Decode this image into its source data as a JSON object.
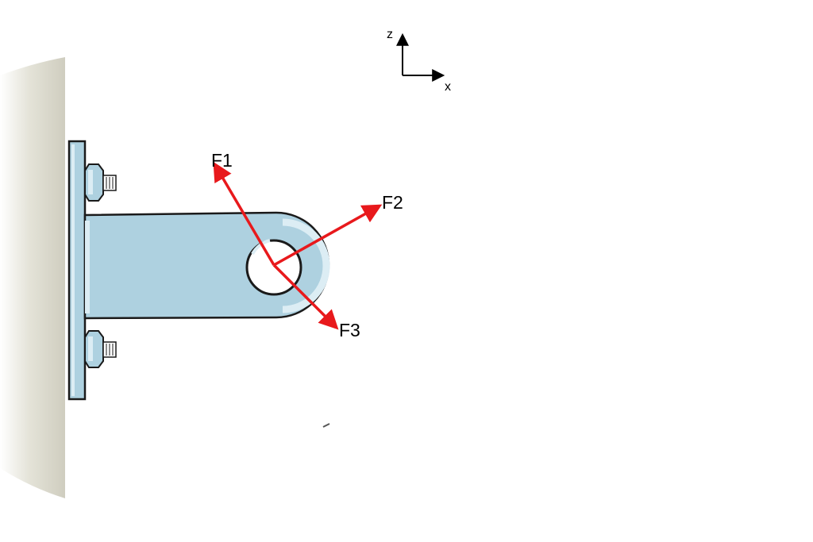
{
  "axes": {
    "z_label": "z",
    "x_label": "x"
  },
  "forces": [
    {
      "label": "F1"
    },
    {
      "label": "F2"
    },
    {
      "label": "F3"
    }
  ],
  "colors": {
    "force_arrow": "#e8191c",
    "bracket_fill": "#aed1e0",
    "bracket_highlight": "#dcedf4",
    "outline": "#1a1a1a",
    "wall": "#d5d3c5"
  }
}
